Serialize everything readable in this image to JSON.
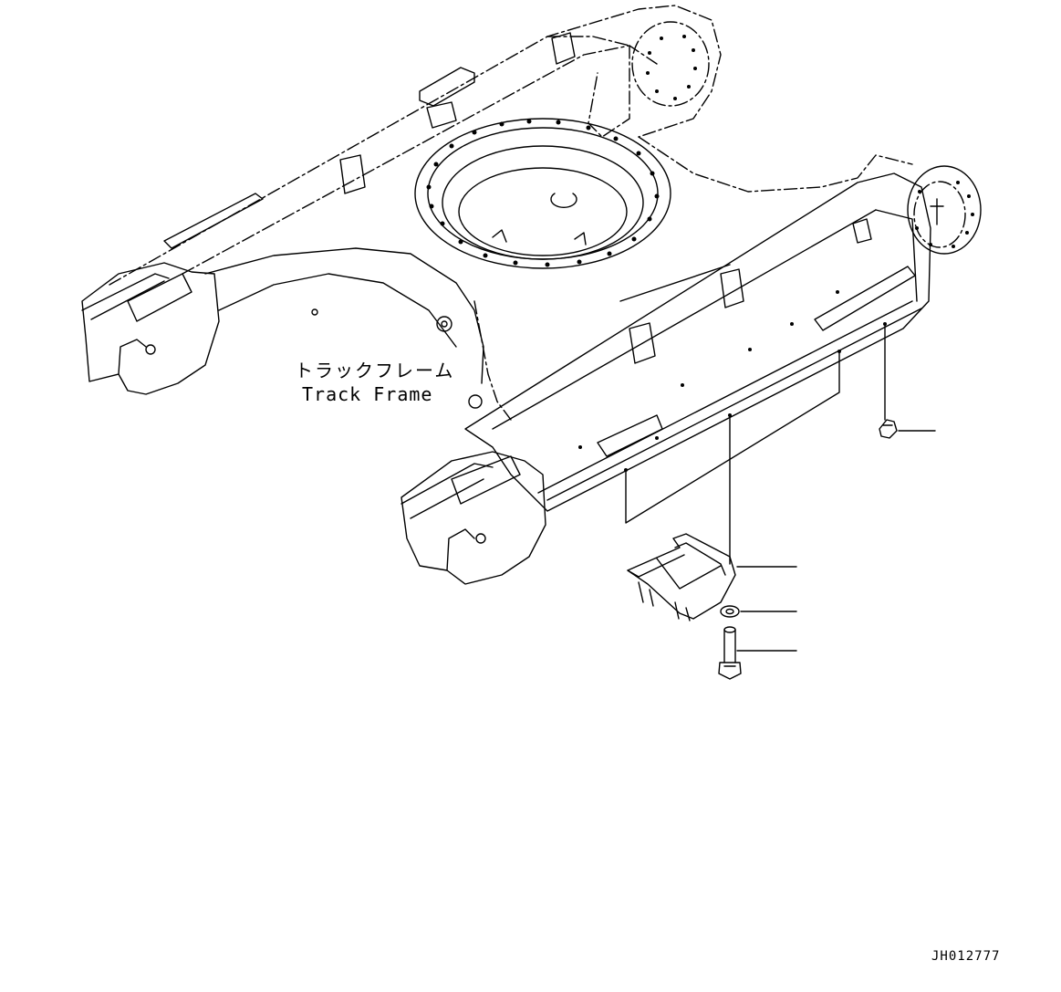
{
  "title_label": {
    "japanese": "トラックフレーム",
    "english": "Track Frame"
  },
  "drawing_number": "JH012777",
  "colors": {
    "line": "#000000",
    "background": "#ffffff"
  },
  "parts": [
    {
      "name": "track-frame",
      "icon": "frame-drawing"
    },
    {
      "name": "plug",
      "icon": "plug-drawing"
    },
    {
      "name": "track-guard",
      "icon": "guard-drawing"
    },
    {
      "name": "washer",
      "icon": "washer-drawing"
    },
    {
      "name": "bolt",
      "icon": "bolt-drawing"
    }
  ]
}
